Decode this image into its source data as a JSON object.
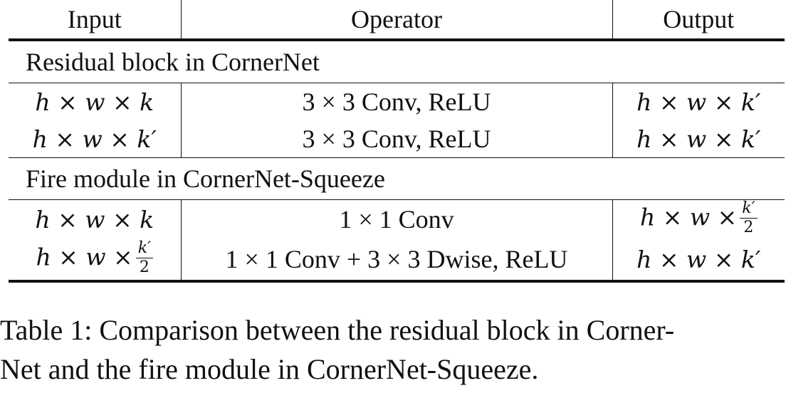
{
  "table": {
    "headers": [
      "Input",
      "Operator",
      "Output"
    ],
    "sections": [
      {
        "title": "Residual block in CornerNet",
        "rows": [
          {
            "input": "h × w × k",
            "operator": "3 × 3 Conv, ReLU",
            "output": "h × w × k′"
          },
          {
            "input": "h × w × k′",
            "operator": "3 × 3 Conv, ReLU",
            "output": "h × w × k′"
          }
        ]
      },
      {
        "title": "Fire module in CornerNet-Squeeze",
        "rows": [
          {
            "input": "h × w × k",
            "operator": "1 × 1 Conv",
            "output_prefix": "h × w ×",
            "output_num": "k′",
            "output_den": "2"
          },
          {
            "input_prefix": "h × w ×",
            "input_num": "k′",
            "input_den": "2",
            "operator": "1 × 1 Conv + 3 × 3 Dwise, ReLU",
            "output": "h × w × k′"
          }
        ]
      }
    ]
  },
  "caption": {
    "line1": "Table 1: Comparison between the residual block in Corner-",
    "line2": "Net and the fire module in CornerNet-Squeeze."
  }
}
